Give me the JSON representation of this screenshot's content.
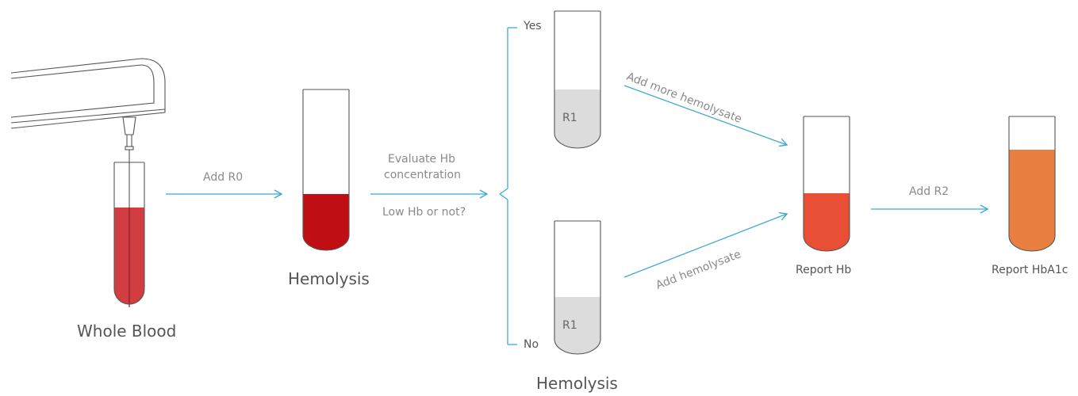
{
  "labels": {
    "whole_blood": "Whole Blood",
    "add_r0": "Add R0",
    "hemolysis_1": "Hemolysis",
    "evaluate_1": "Evaluate  Hb",
    "evaluate_2": "concentration",
    "low_hb": "Low Hb or not?",
    "yes": "Yes",
    "no": "No",
    "r1_top": "R1",
    "r1_bottom": "R1",
    "hemolysis_2": "Hemolysis",
    "add_more": "Add more hemolysate",
    "add_hemolysate": "Add hemolysate",
    "report_hb": "Report Hb",
    "add_r2": "Add R2",
    "report_hba1c": "Report HbA1c"
  },
  "colors": {
    "arrow": "#3fa9d5",
    "whole_blood": "#d13d40",
    "hemolysate": "#c00f12",
    "reagent": "#dcdcdc",
    "report_hb": "#e84f34",
    "report_hba1c": "#e98042",
    "tube_outline": "#555555"
  }
}
